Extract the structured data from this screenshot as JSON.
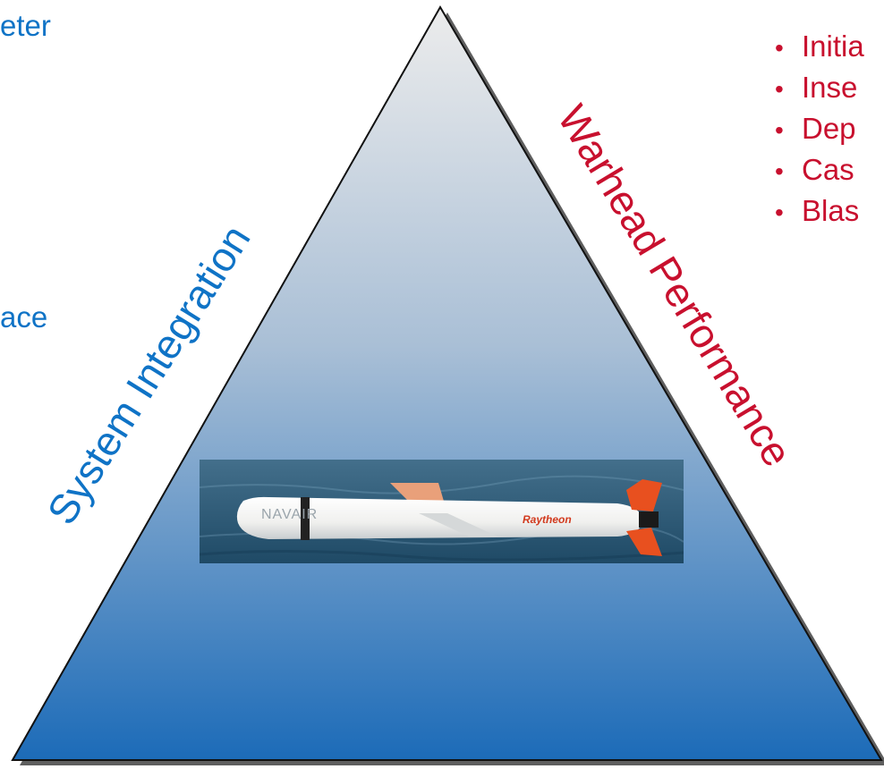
{
  "left_panel": {
    "line_1": "eter",
    "line_2": "ace"
  },
  "right_panel": {
    "bullet_glyph": "•",
    "items": [
      "Initia",
      "Inse",
      "Dep",
      "Cas",
      "Blas"
    ]
  },
  "triangle": {
    "left_label": "System Integration",
    "right_label": "Warhead Performance",
    "gradient_top_color": "#ececec",
    "gradient_bottom_color": "#1c6bb8"
  },
  "torpedo_photo": {
    "left_logo_text": "NAVAIR",
    "right_logo_text": "Raytheon",
    "body_color": "#f4f4f2",
    "fin_color": "#e8501f",
    "sea_color": "#2e5b7a"
  },
  "colors": {
    "blue_text": "#0f73c6",
    "red_text": "#c8102e"
  }
}
